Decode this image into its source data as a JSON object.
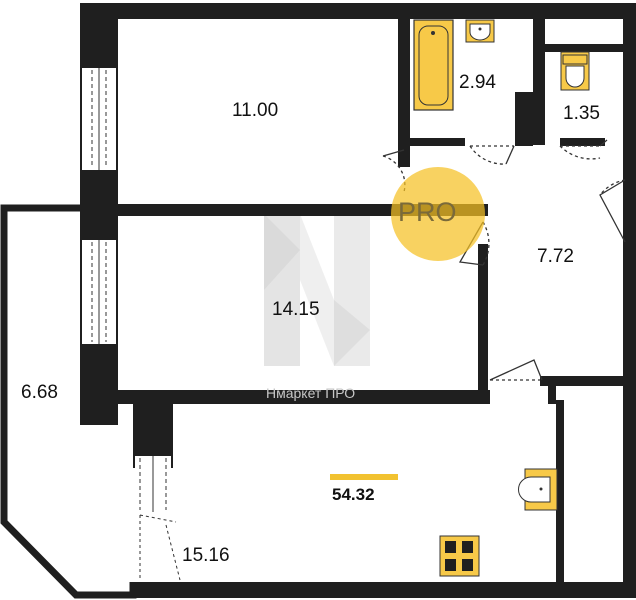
{
  "floor_plan": {
    "total_area": "54.32",
    "rooms": [
      {
        "id": "bedroom",
        "area": "11.00"
      },
      {
        "id": "bathroom",
        "area": "2.94"
      },
      {
        "id": "toilet",
        "area": "1.35"
      },
      {
        "id": "hallway",
        "area": "7.72"
      },
      {
        "id": "living-room",
        "area": "14.15"
      },
      {
        "id": "loggia",
        "area": "6.68"
      },
      {
        "id": "kitchen",
        "area": "15.16"
      }
    ]
  },
  "watermark": {
    "caption": "Нмаркет ПРО",
    "badge_text": "PRO"
  },
  "colors": {
    "wall": "#1f1f1f",
    "fixture_fill": "#f7c948",
    "accent_bar": "#f2c230",
    "pro_circle": "#f5c024",
    "watermark_gray": "#d4d4d4"
  },
  "icons": [
    "bathtub-icon",
    "sink-icon",
    "toilet-icon",
    "kitchen-sink-icon",
    "stove-icon"
  ]
}
